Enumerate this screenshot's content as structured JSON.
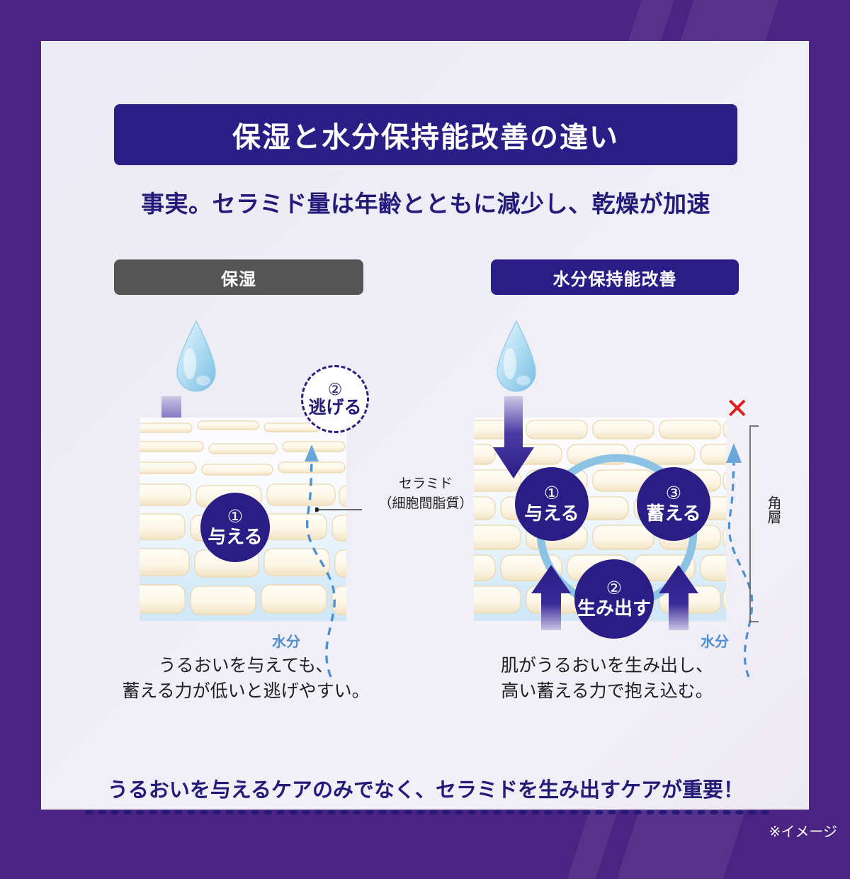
{
  "colors": {
    "frame_purple": "#4b2382",
    "navy": "#2b1d86",
    "gray_tag": "#555555",
    "panel_bg": "#eceaf4",
    "water_blue": "#4f8fd0",
    "red_x": "#e01b1b"
  },
  "header": {
    "title": "保湿と水分保持能改善の違い",
    "subtitle": "事実。セラミド量は年齢とともに減少し、乾燥が加速"
  },
  "columns": {
    "left_tag": "保湿",
    "right_tag": "水分保持能改善"
  },
  "left_diagram": {
    "drop_icon": "water-drop-icon",
    "down_arrow_icon": "arrow-down-icon",
    "step1": {
      "num": "①",
      "label": "与える"
    },
    "escape": {
      "num": "②",
      "label": "逃げる"
    },
    "water_label": "水分",
    "caption_line1": "うるおいを与えても、",
    "caption_line2": "蓄える力が低いと逃げやすい。"
  },
  "right_diagram": {
    "drop_icon": "water-drop-icon",
    "down_arrow_icon": "arrow-down-icon",
    "up_arrow_icon": "arrow-up-icon",
    "cycle_icon": "circular-arrow-icon",
    "step1": {
      "num": "①",
      "label": "与える"
    },
    "step2": {
      "num": "②",
      "label": "生み出す"
    },
    "step3": {
      "num": "③",
      "label": "蓄える"
    },
    "blocked_icon": "x-mark-icon",
    "blocked_mark": "✕",
    "water_label": "水分",
    "layer_label": "角層",
    "caption_line1": "肌がうるおいを生み出し、",
    "caption_line2": "高い蓄える力で抱え込む。"
  },
  "center_annotation": {
    "line1": "セラミド",
    "line2": "（細胞間脂質）"
  },
  "footer": {
    "message": "うるおいを与えるケアのみでなく、セラミドを生み出すケアが重要！",
    "note": "※イメージ"
  }
}
